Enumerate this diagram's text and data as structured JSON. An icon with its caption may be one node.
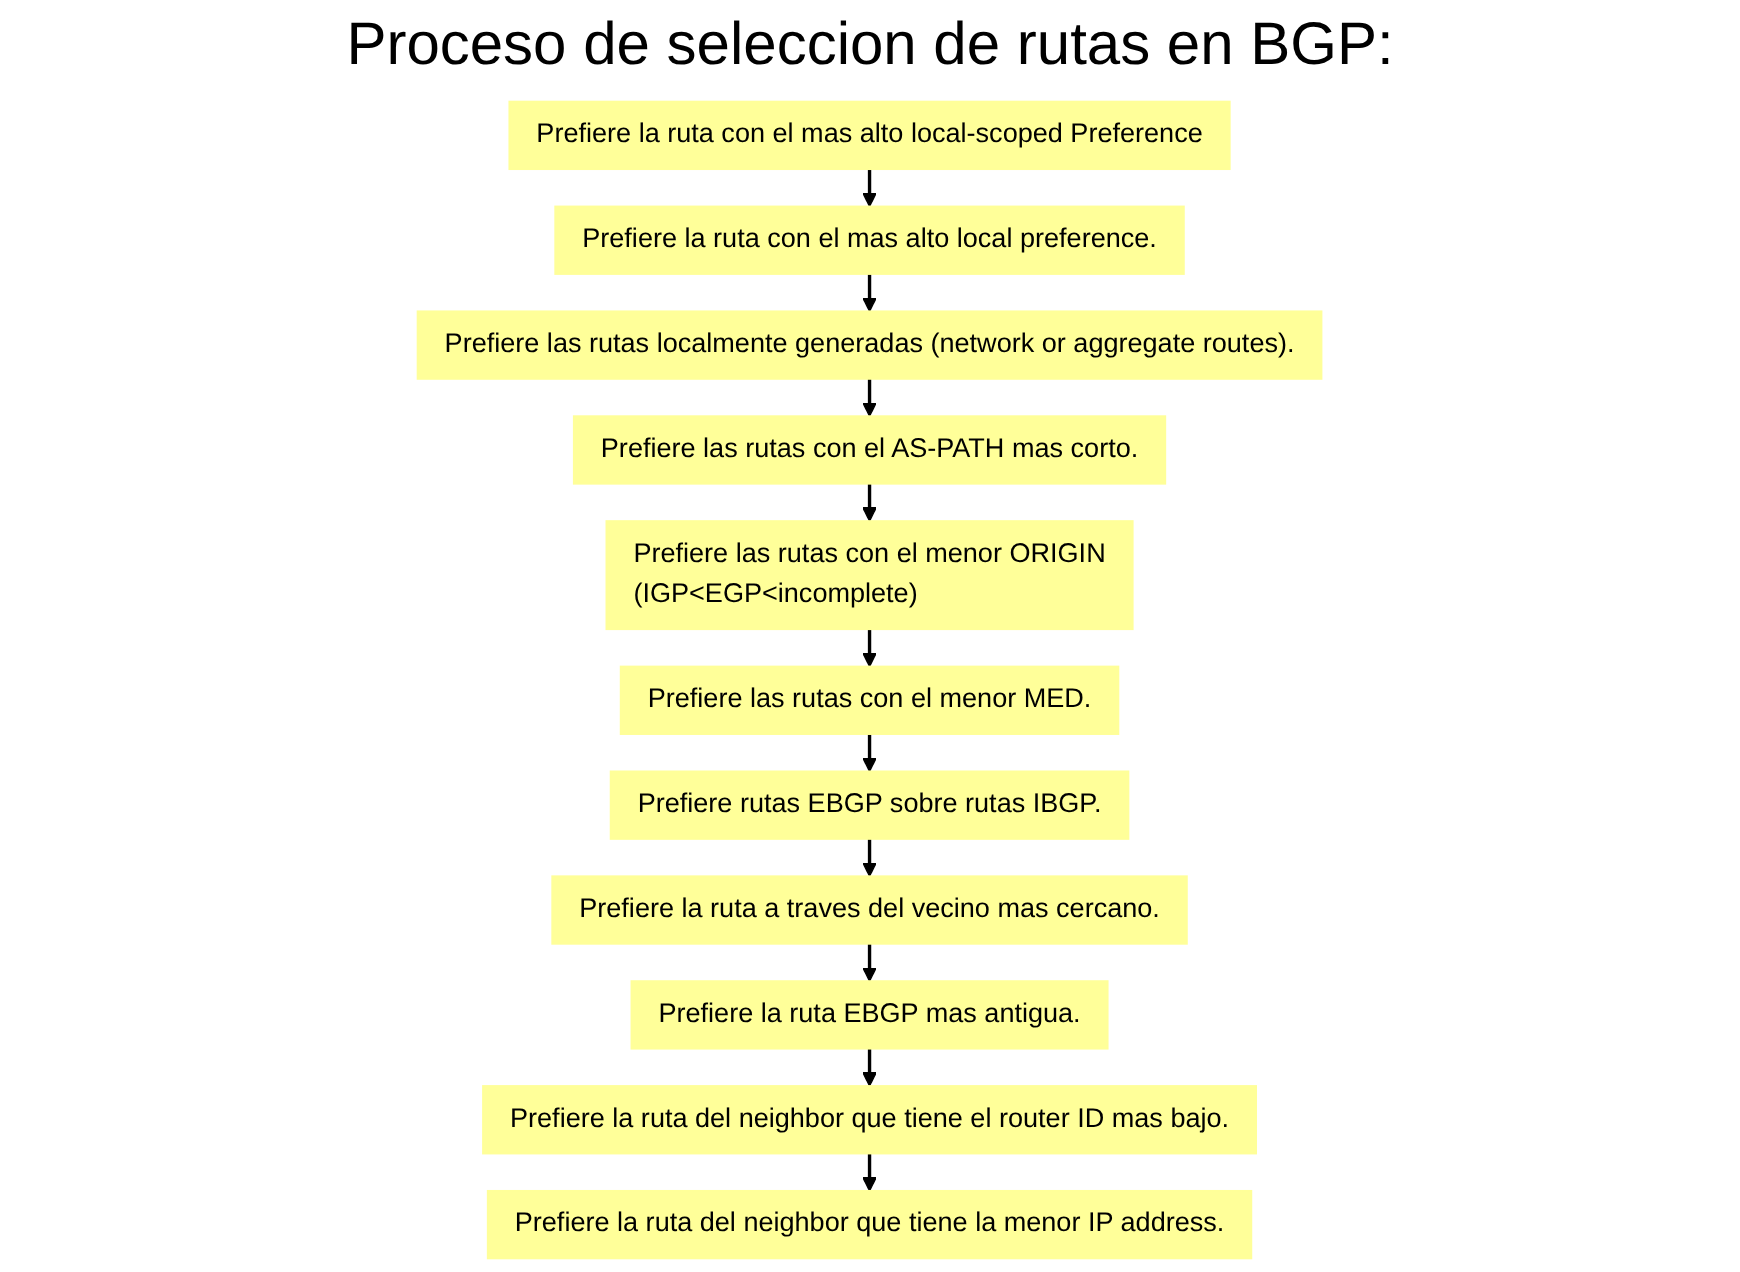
{
  "diagram": {
    "title": "Proceso de seleccion de rutas en BGP:",
    "nodes": [
      {
        "text": [
          "Prefiere la ruta con el mas alto local-scoped Preference"
        ]
      },
      {
        "text": [
          "Prefiere la ruta con el mas alto local preference."
        ]
      },
      {
        "text": [
          "Prefiere las rutas localmente generadas (network or aggregate routes)."
        ]
      },
      {
        "text": [
          "Prefiere las rutas con el AS-PATH mas corto."
        ]
      },
      {
        "text": [
          "Prefiere las rutas con el menor ORIGIN",
          "(IGP<EGP<incomplete)"
        ]
      },
      {
        "text": [
          "Prefiere las rutas con el menor MED."
        ]
      },
      {
        "text": [
          "Prefiere rutas EBGP sobre rutas IBGP."
        ]
      },
      {
        "text": [
          "Prefiere la ruta a traves del vecino mas cercano."
        ]
      },
      {
        "text": [
          "Prefiere la ruta EBGP mas antigua."
        ]
      },
      {
        "text": [
          "Prefiere la ruta del neighbor que tiene el router ID mas bajo."
        ]
      },
      {
        "text": [
          "Prefiere la ruta del neighbor que tiene la menor IP address."
        ]
      }
    ],
    "edges": [
      {
        "from": 0,
        "to": 1,
        "arrow": "to"
      },
      {
        "from": 1,
        "to": 2,
        "arrow": "to"
      },
      {
        "from": 2,
        "to": 3,
        "arrow": "to"
      },
      {
        "from": 3,
        "to": 4,
        "arrow": "to"
      },
      {
        "from": 4,
        "to": 5,
        "arrow": "to"
      },
      {
        "from": 5,
        "to": 6,
        "arrow": "to"
      },
      {
        "from": 6,
        "to": 7,
        "arrow": "to"
      },
      {
        "from": 7,
        "to": 8,
        "arrow": "to"
      },
      {
        "from": 8,
        "to": 9,
        "arrow": "to"
      },
      {
        "from": 9,
        "to": 10,
        "arrow": "to"
      }
    ]
  }
}
